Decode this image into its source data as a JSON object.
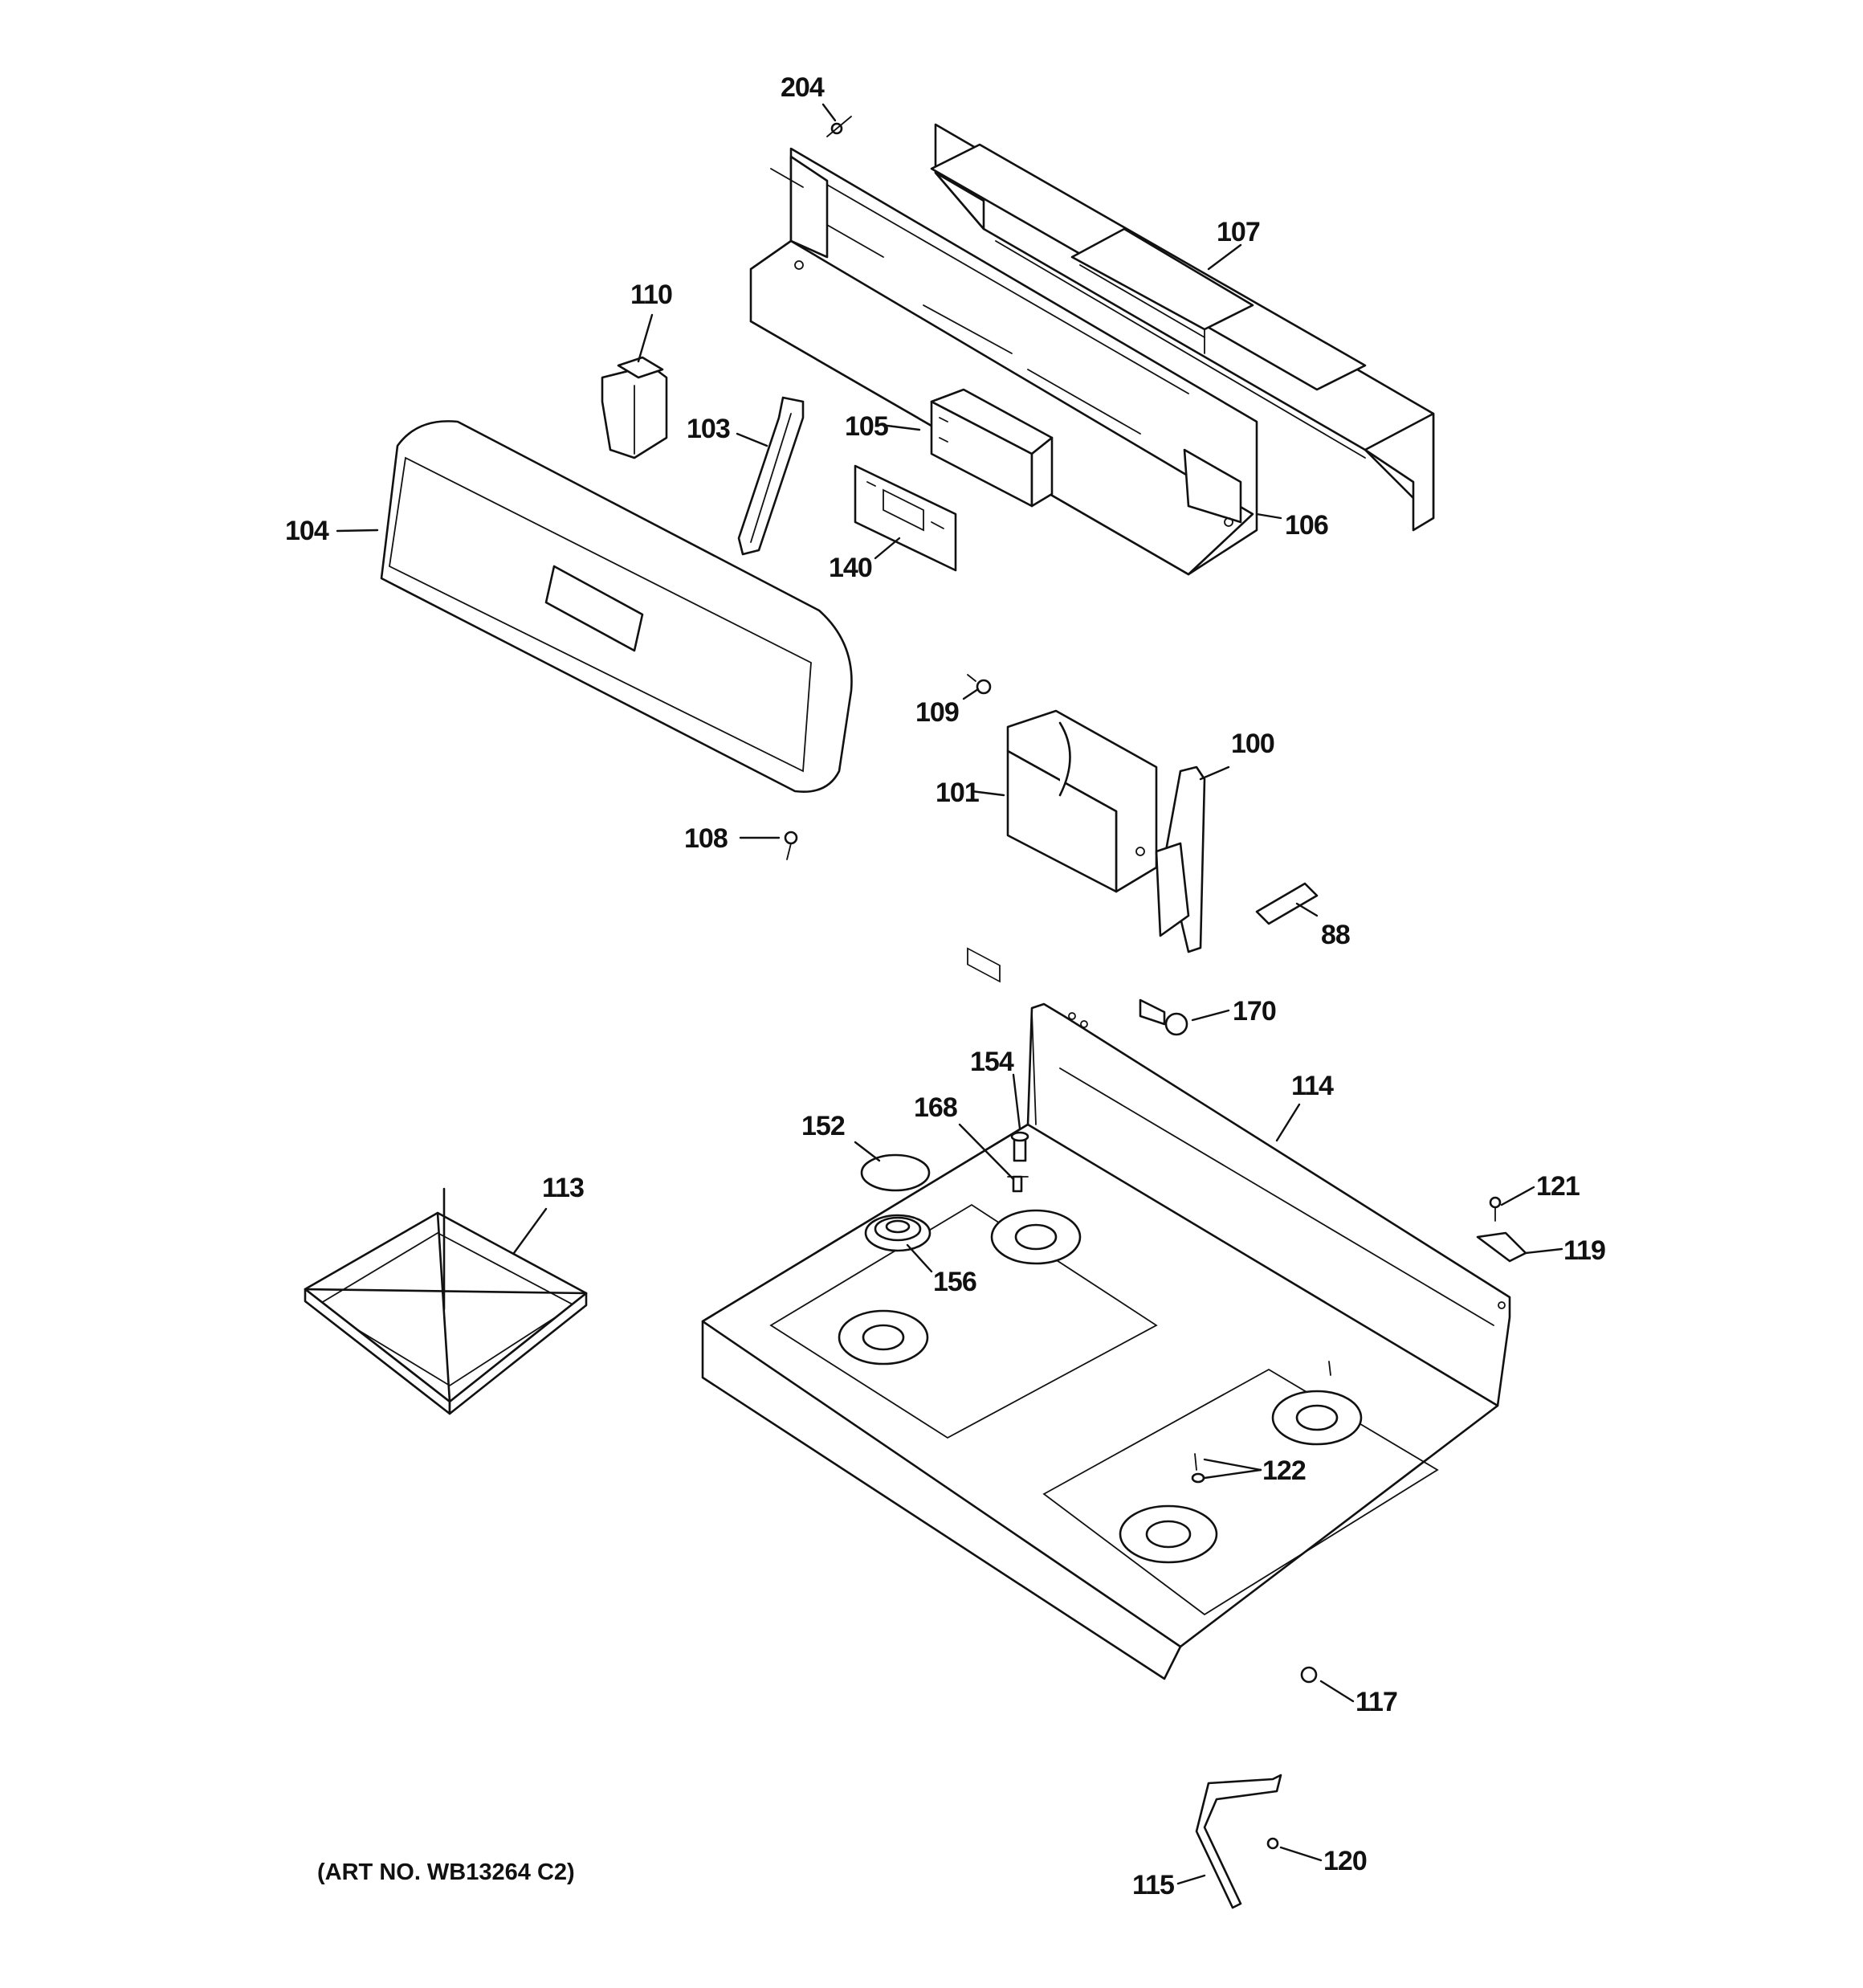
{
  "art_number": "(ART NO. WB13264 C2)",
  "callouts": [
    {
      "id": "204",
      "label": "204"
    },
    {
      "id": "107",
      "label": "107"
    },
    {
      "id": "110",
      "label": "110"
    },
    {
      "id": "103",
      "label": "103"
    },
    {
      "id": "105",
      "label": "105"
    },
    {
      "id": "104",
      "label": "104"
    },
    {
      "id": "140",
      "label": "140"
    },
    {
      "id": "106",
      "label": "106"
    },
    {
      "id": "109",
      "label": "109"
    },
    {
      "id": "100",
      "label": "100"
    },
    {
      "id": "101",
      "label": "101"
    },
    {
      "id": "108",
      "label": "108"
    },
    {
      "id": "88",
      "label": "88"
    },
    {
      "id": "170",
      "label": "170"
    },
    {
      "id": "154",
      "label": "154"
    },
    {
      "id": "114",
      "label": "114"
    },
    {
      "id": "152",
      "label": "152"
    },
    {
      "id": "168",
      "label": "168"
    },
    {
      "id": "113",
      "label": "113"
    },
    {
      "id": "121",
      "label": "121"
    },
    {
      "id": "156",
      "label": "156"
    },
    {
      "id": "119",
      "label": "119"
    },
    {
      "id": "122",
      "label": "122"
    },
    {
      "id": "117",
      "label": "117"
    },
    {
      "id": "120",
      "label": "120"
    },
    {
      "id": "115",
      "label": "115"
    }
  ]
}
